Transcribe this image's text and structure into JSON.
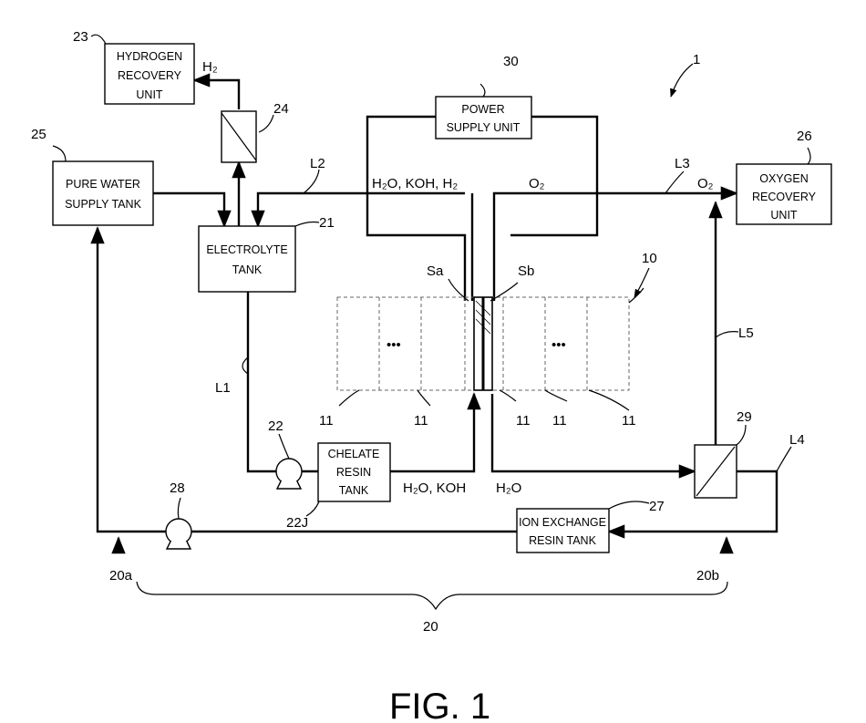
{
  "units": {
    "hydrogen_recovery": [
      "HYDROGEN",
      "RECOVERY",
      "UNIT"
    ],
    "power_supply": [
      "POWER",
      "SUPPLY UNIT"
    ],
    "pure_water_tank": [
      "PURE WATER",
      "SUPPLY TANK"
    ],
    "oxygen_recovery": [
      "OXYGEN",
      "RECOVERY",
      "UNIT"
    ],
    "electrolyte_tank": [
      "ELECTROLYTE",
      "TANK"
    ],
    "chelate_resin_tank": [
      "CHELATE",
      "RESIN",
      "TANK"
    ],
    "ion_exchange_tank": [
      "ION EXCHANGE",
      "RESIN TANK"
    ]
  },
  "refs": {
    "r1": "1",
    "r23": "23",
    "r24": "24",
    "r25": "25",
    "r26": "26",
    "r30": "30",
    "r21": "21",
    "r10": "10",
    "r22": "22",
    "r22j": "22J",
    "r28": "28",
    "r27": "27",
    "r29": "29",
    "r20": "20",
    "r20a": "20a",
    "r20b": "20b",
    "r11_1": "11",
    "r11_2": "11",
    "r11_3": "11",
    "r11_4": "11",
    "r11_5": "11",
    "L1": "L1",
    "L2": "L2",
    "L3": "L3",
    "L4": "L4",
    "L5": "L5",
    "Sa": "Sa",
    "Sb": "Sb"
  },
  "flows": {
    "h2_label": "H₂",
    "anode_out": "H₂O, KOH, H₂",
    "o2_out": "O₂",
    "o2_recovery": "O₂",
    "koh_in": "H₂O, KOH",
    "water_in": "H₂O"
  },
  "stack": {
    "dots_left": "•••",
    "dots_right": "•••"
  },
  "figure_caption": "FIG. 1"
}
